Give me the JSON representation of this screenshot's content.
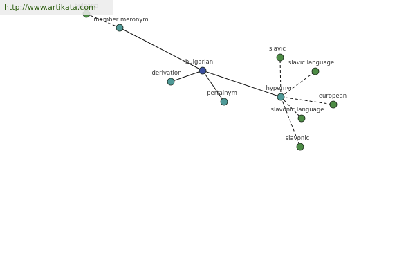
{
  "watermark": "http://www.artikata.com",
  "colors": {
    "edge": "#111111",
    "node_center": "#3b4fa0",
    "node_relation": "#4f9a98",
    "node_leaf": "#4d8c45",
    "node_stroke": "#1e2a1e"
  },
  "graph": {
    "nodes": [
      {
        "id": "bulgaria",
        "label": "bulgaria",
        "kind": "leaf"
      },
      {
        "id": "member_meronym",
        "label": "member meronym",
        "kind": "relation"
      },
      {
        "id": "bulgarian",
        "label": "bulgarian",
        "kind": "center"
      },
      {
        "id": "derivation",
        "label": "derivation",
        "kind": "relation"
      },
      {
        "id": "pertainym",
        "label": "pertainym",
        "kind": "relation"
      },
      {
        "id": "hypernym",
        "label": "hypernym",
        "kind": "relation"
      },
      {
        "id": "slavic",
        "label": "slavic",
        "kind": "leaf"
      },
      {
        "id": "slavic_language",
        "label": "slavic language",
        "kind": "leaf"
      },
      {
        "id": "european",
        "label": "european",
        "kind": "leaf"
      },
      {
        "id": "slavonic_language",
        "label": "slavonic language",
        "kind": "leaf"
      },
      {
        "id": "slavonic",
        "label": "slavonic",
        "kind": "leaf"
      }
    ],
    "edges": [
      {
        "from": "bulgarian",
        "to": "member_meronym",
        "style": "solid"
      },
      {
        "from": "member_meronym",
        "to": "bulgaria",
        "style": "dashed"
      },
      {
        "from": "bulgarian",
        "to": "derivation",
        "style": "solid"
      },
      {
        "from": "bulgarian",
        "to": "pertainym",
        "style": "solid"
      },
      {
        "from": "bulgarian",
        "to": "hypernym",
        "style": "solid"
      },
      {
        "from": "hypernym",
        "to": "slavic",
        "style": "dashed"
      },
      {
        "from": "hypernym",
        "to": "slavic_language",
        "style": "dashed"
      },
      {
        "from": "hypernym",
        "to": "european",
        "style": "dashed"
      },
      {
        "from": "hypernym",
        "to": "slavonic_language",
        "style": "dashed"
      },
      {
        "from": "hypernym",
        "to": "slavonic",
        "style": "dashed"
      }
    ]
  }
}
